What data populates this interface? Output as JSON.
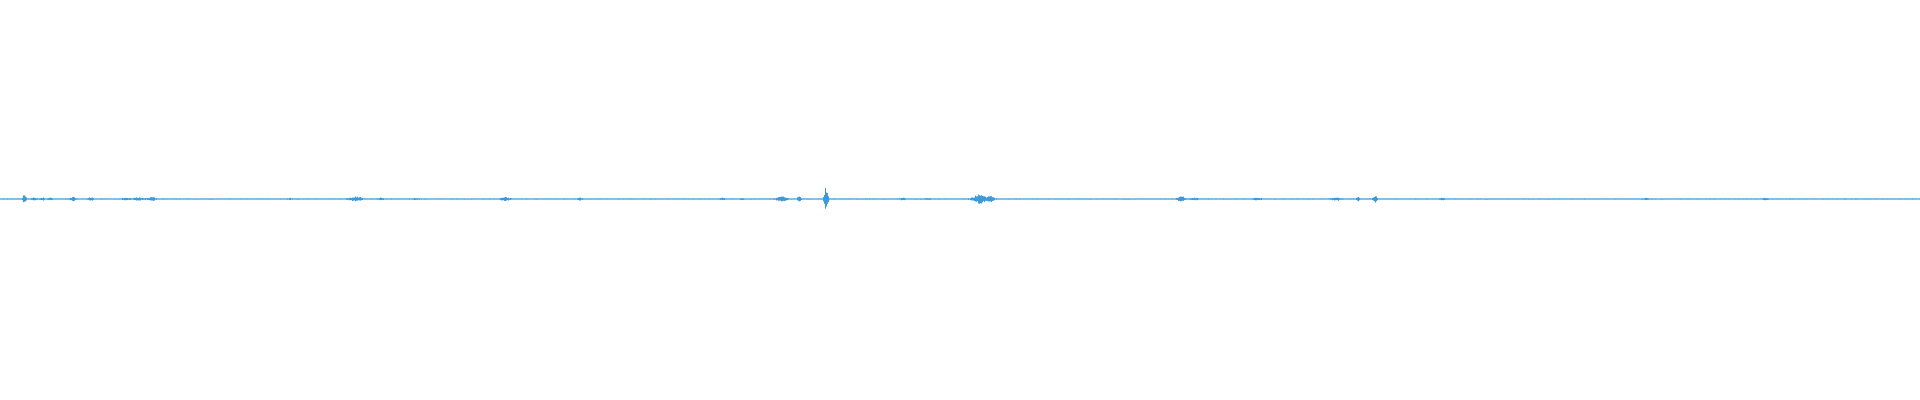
{
  "waveform": {
    "color": "#3b9ad9",
    "background": "#ffffff",
    "baseline_amplitude": 0.02,
    "bursts": [
      {
        "t": 0.0125,
        "amp": 0.25,
        "spread": 0.0006
      },
      {
        "t": 0.0175,
        "amp": 0.06,
        "spread": 0.001
      },
      {
        "t": 0.022,
        "amp": 0.05,
        "spread": 0.001
      },
      {
        "t": 0.026,
        "amp": 0.05,
        "spread": 0.001
      },
      {
        "t": 0.038,
        "amp": 0.08,
        "spread": 0.0012
      },
      {
        "t": 0.047,
        "amp": 0.09,
        "spread": 0.0008
      },
      {
        "t": 0.065,
        "amp": 0.05,
        "spread": 0.0015
      },
      {
        "t": 0.072,
        "amp": 0.06,
        "spread": 0.0025
      },
      {
        "t": 0.079,
        "amp": 0.07,
        "spread": 0.0015
      },
      {
        "t": 0.151,
        "amp": 0.04,
        "spread": 0.001
      },
      {
        "t": 0.185,
        "amp": 0.1,
        "spread": 0.0025
      },
      {
        "t": 0.198,
        "amp": 0.05,
        "spread": 0.0015
      },
      {
        "t": 0.216,
        "amp": 0.04,
        "spread": 0.0015
      },
      {
        "t": 0.263,
        "amp": 0.09,
        "spread": 0.0018
      },
      {
        "t": 0.302,
        "amp": 0.05,
        "spread": 0.0012
      },
      {
        "t": 0.376,
        "amp": 0.05,
        "spread": 0.0012
      },
      {
        "t": 0.386,
        "amp": 0.04,
        "spread": 0.001
      },
      {
        "t": 0.407,
        "amp": 0.11,
        "spread": 0.002
      },
      {
        "t": 0.416,
        "amp": 0.13,
        "spread": 0.0008
      },
      {
        "t": 0.43,
        "amp": 0.55,
        "spread": 0.0007
      },
      {
        "t": 0.47,
        "amp": 0.05,
        "spread": 0.001
      },
      {
        "t": 0.483,
        "amp": 0.04,
        "spread": 0.001
      },
      {
        "t": 0.51,
        "amp": 0.2,
        "spread": 0.0025
      },
      {
        "t": 0.516,
        "amp": 0.14,
        "spread": 0.0012
      },
      {
        "t": 0.615,
        "amp": 0.12,
        "spread": 0.0015
      },
      {
        "t": 0.622,
        "amp": 0.05,
        "spread": 0.0015
      },
      {
        "t": 0.655,
        "amp": 0.05,
        "spread": 0.0015
      },
      {
        "t": 0.696,
        "amp": 0.06,
        "spread": 0.002
      },
      {
        "t": 0.707,
        "amp": 0.1,
        "spread": 0.0007
      },
      {
        "t": 0.716,
        "amp": 0.16,
        "spread": 0.0008
      },
      {
        "t": 0.751,
        "amp": 0.05,
        "spread": 0.001
      },
      {
        "t": 0.857,
        "amp": 0.04,
        "spread": 0.0015
      },
      {
        "t": 0.919,
        "amp": 0.04,
        "spread": 0.0015
      }
    ]
  }
}
